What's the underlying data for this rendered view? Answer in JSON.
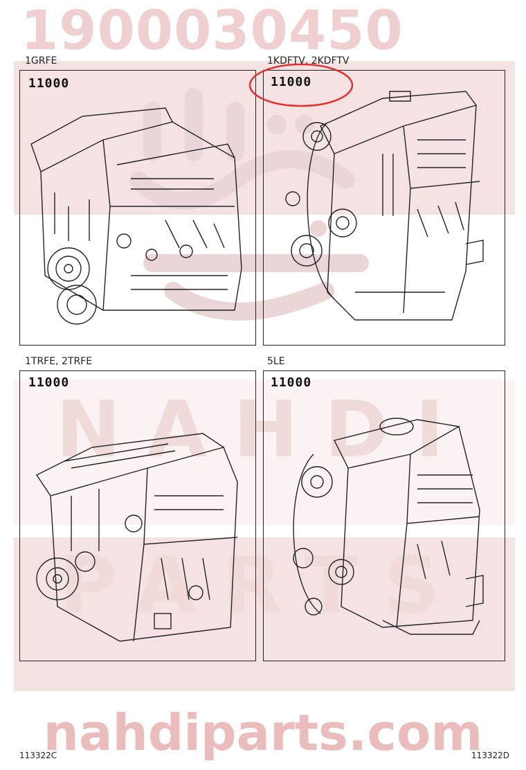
{
  "watermark": {
    "top_number": "1900030450",
    "brand_word_1": "NAHDI",
    "brand_word_2": "PARTS",
    "footer_url": "nahdiparts.com",
    "color": "#efcfcf"
  },
  "panels": [
    {
      "model": "1GRFE",
      "part_number": "11000"
    },
    {
      "model": "1KDFTV, 2KDFTV",
      "part_number": "11000",
      "highlighted": true
    },
    {
      "model": "1TRFE, 2TRFE",
      "part_number": "11000"
    },
    {
      "model": "5LE",
      "part_number": "11000"
    }
  ],
  "figure_ids": {
    "left": "113322C",
    "right": "113322D"
  },
  "highlight_color": "#e53030",
  "icons": [
    "engine-illustration-icon"
  ]
}
